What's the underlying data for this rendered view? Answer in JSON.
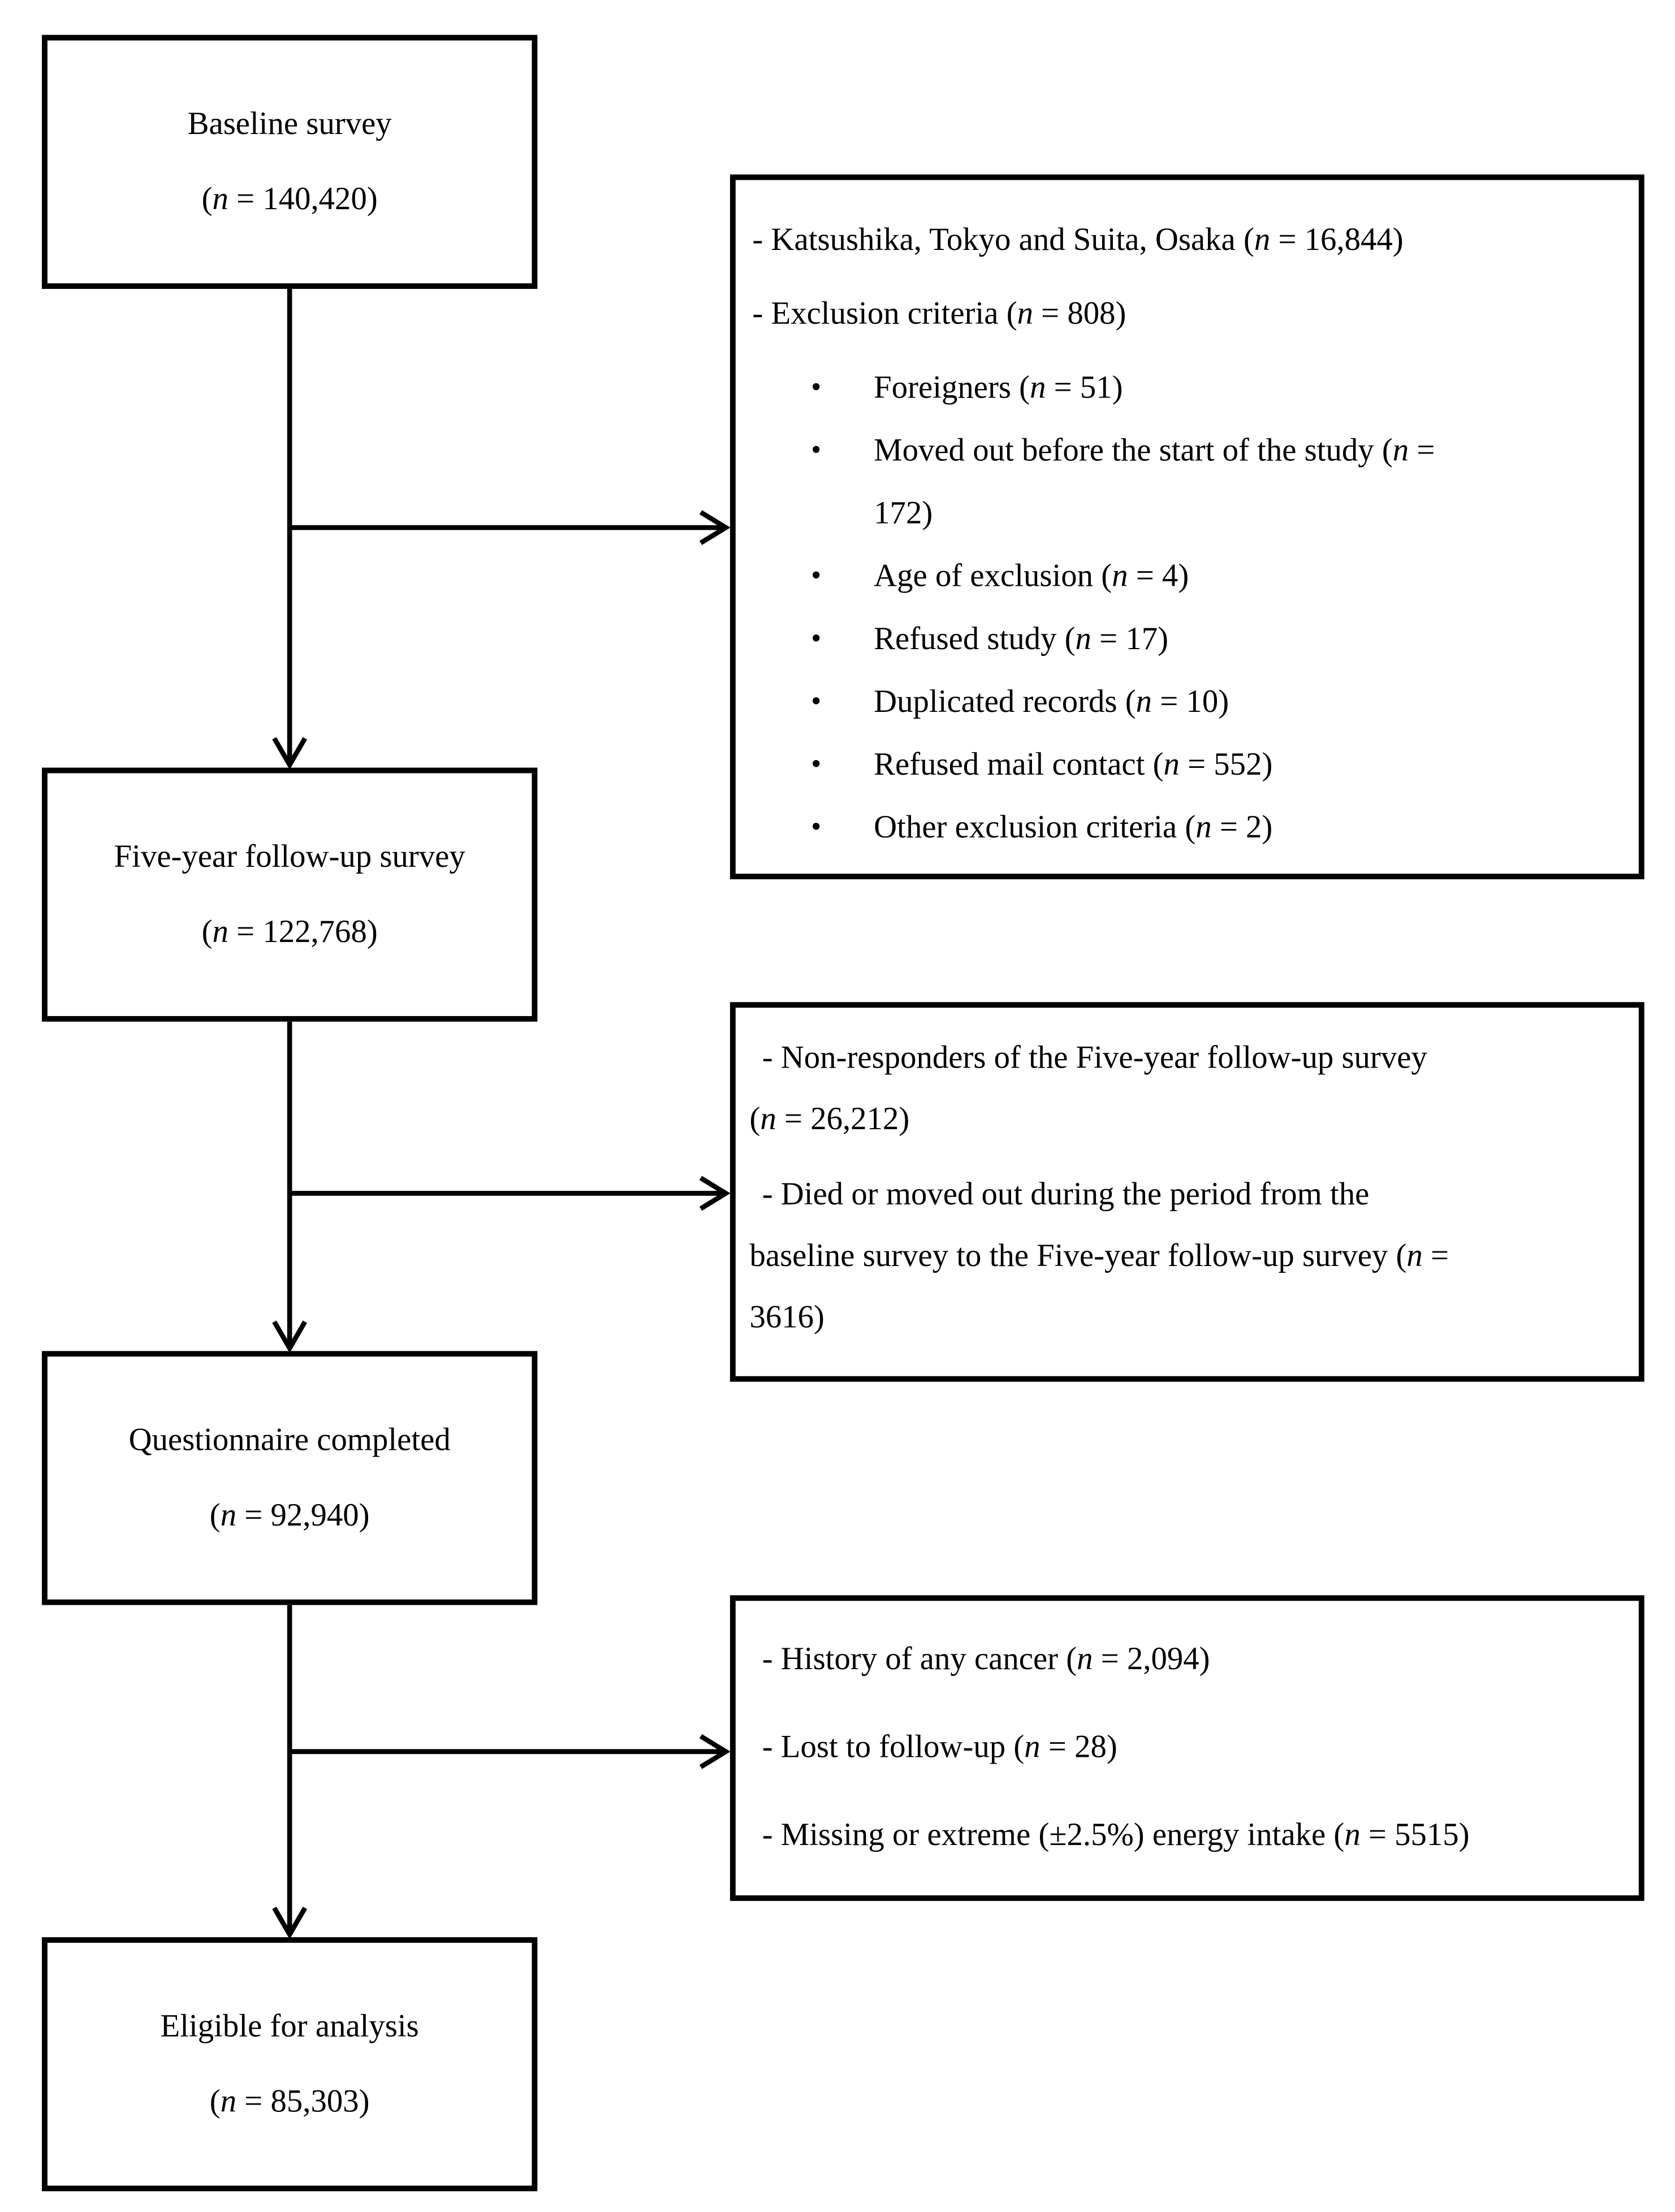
{
  "glyphs": {
    "bullet": "•"
  },
  "flow_boxes": [
    {
      "title": "Baseline survey",
      "n_label": "(n = 140,420)"
    },
    {
      "title": "Five-year follow-up survey",
      "n_label": "(n = 122,768)"
    },
    {
      "title": "Questionnaire completed",
      "n_label": "(n = 92,940)"
    },
    {
      "title": "Eligible for analysis",
      "n_label": "(n = 85,303)"
    }
  ],
  "exclusion_box_1": {
    "dash_lines": [
      "- Katsushika, Tokyo and Suita, Osaka (n = 16,844)",
      "- Exclusion criteria (n = 808)"
    ],
    "bullet_items": [
      [
        "Foreigners (n = 51)"
      ],
      [
        "Moved out before the start of the study (n =",
        "172)"
      ],
      [
        "Age of exclusion (n = 4)"
      ],
      [
        "Refused study (n = 17)"
      ],
      [
        "Duplicated records (n = 10)"
      ],
      [
        "Refused mail contact (n = 552)"
      ],
      [
        "Other exclusion criteria (n = 2)"
      ]
    ]
  },
  "exclusion_box_2": {
    "paragraphs": [
      [
        "- Non-responders of the Five-year follow-up survey",
        "(n = 26,212)"
      ],
      [
        "- Died or moved out during the period from the",
        "baseline survey to the Five-year follow-up survey (n =",
        "3616)"
      ]
    ]
  },
  "exclusion_box_3": {
    "paragraphs": [
      [
        "- History of any cancer (n = 2,094)"
      ],
      [
        "- Lost to follow-up (n = 28)"
      ],
      [
        "- Missing or extreme (±2.5%) energy intake (n = 5515)"
      ]
    ]
  }
}
